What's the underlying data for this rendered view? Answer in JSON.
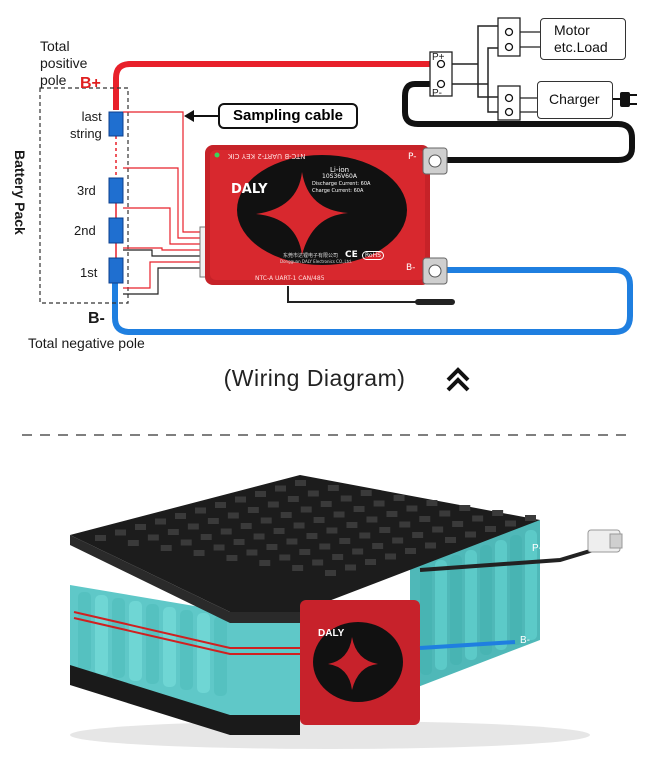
{
  "labels": {
    "total_positive": "Total\npositive\npole",
    "b_plus": "B+",
    "last_string": "last\nstring",
    "s3": "3rd",
    "s2": "2nd",
    "s1": "1st",
    "b_minus": "B-",
    "total_negative": "Total negative pole",
    "battery_pack": "Battery Pack",
    "sampling_cable": "Sampling cable",
    "p_plus": "P+",
    "p_minus": "P-",
    "motor": "Motor\netc.Load",
    "charger": "Charger",
    "caption": "(Wiring Diagram)"
  },
  "bms": {
    "brand": "DALY",
    "type": "Li-ion",
    "model": "10S36V60A",
    "discharge": "Discharge Current: 60A",
    "charge": "Charge    Current: 60A",
    "ports": "NTC-A  UART-1  CAN/485",
    "top_ports": "NTC-B  UART-2  KEY  CIK",
    "p_minus": "P-",
    "b_minus": "B-",
    "ce": "CE",
    "rohs": "RoHS",
    "company_cn": "东莞市达锂电子有限公司",
    "company_en": "Dongguan DALY Electronics CO.,Ltd."
  },
  "photo": {
    "p_minus": "P-",
    "b_minus": "B-",
    "brand": "DALY"
  },
  "colors": {
    "red_wire": "#e8202a",
    "blue_wire": "#1f7fe0",
    "black_wire": "#111111",
    "bms_red": "#d2262c",
    "cell_blue": "#1f6fd0",
    "cell_teal": "#63d1cf"
  },
  "icons": [
    "double-chevron-up-icon",
    "plug-icon",
    "dashed-separator"
  ]
}
